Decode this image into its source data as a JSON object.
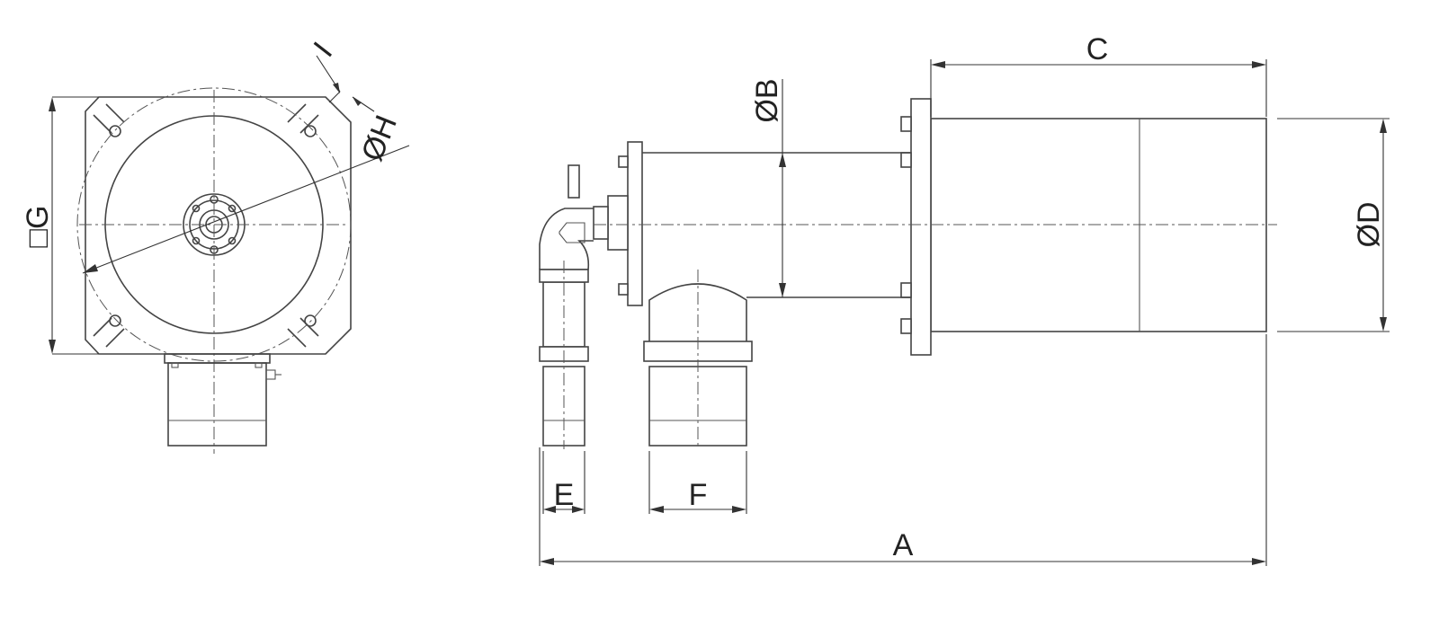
{
  "labels": {
    "A": "A",
    "B": "ØB",
    "C": "C",
    "D": "ØD",
    "E": "E",
    "F": "F",
    "G": "□G",
    "H": "ØH",
    "I": "I"
  },
  "colors": {
    "line": "#444444",
    "background": "#ffffff"
  }
}
